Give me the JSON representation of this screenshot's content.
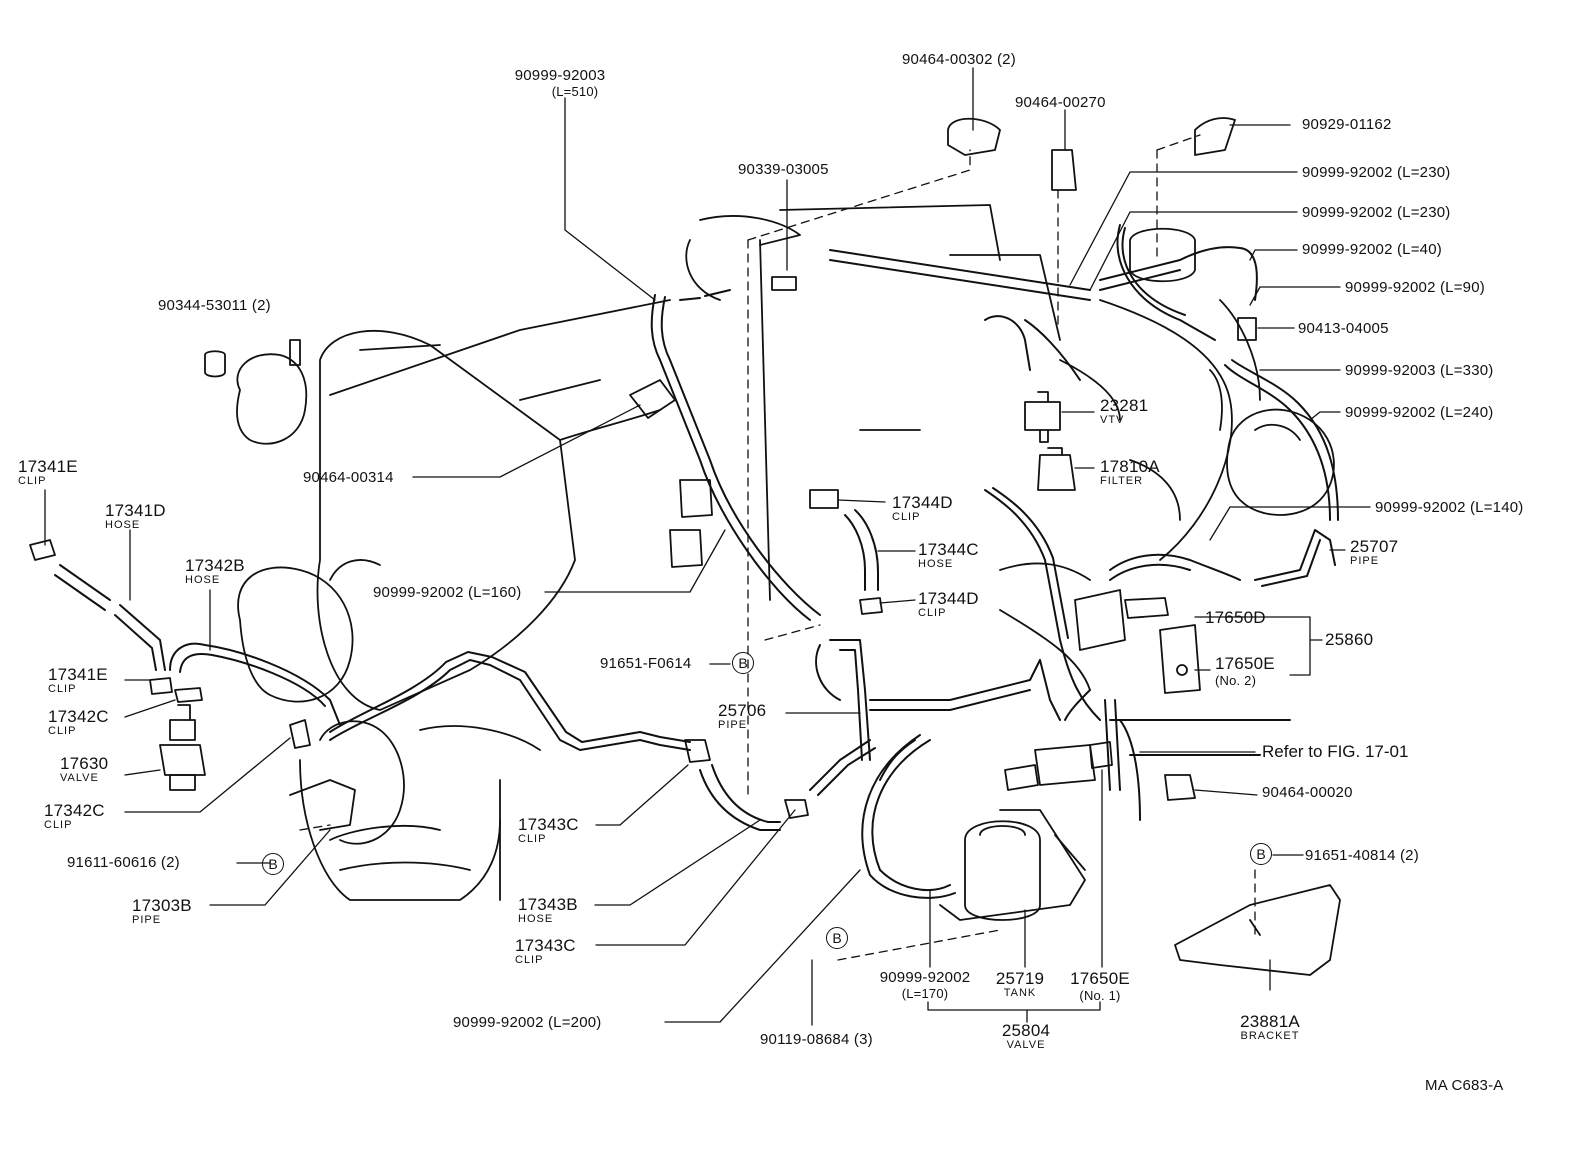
{
  "diagram": {
    "code": "MA  C683-A",
    "ref_marker": "B",
    "refer_note": "Refer to FIG. 17-01",
    "callouts": [
      {
        "id": "c1",
        "pn": "90999-92003",
        "sub": "(L=510)"
      },
      {
        "id": "c2",
        "pn": "90464-00302 (2)"
      },
      {
        "id": "c3",
        "pn": "90464-00270"
      },
      {
        "id": "c4",
        "pn": "90929-01162"
      },
      {
        "id": "c5",
        "pn": "90339-03005"
      },
      {
        "id": "c6",
        "pn": "90999-92002 (L=230)"
      },
      {
        "id": "c7",
        "pn": "90999-92002 (L=230)"
      },
      {
        "id": "c8",
        "pn": "90999-92002 (L=40)"
      },
      {
        "id": "c9",
        "pn": "90999-92002 (L=90)"
      },
      {
        "id": "c10",
        "pn": "90413-04005"
      },
      {
        "id": "c11",
        "pn": "90999-92003 (L=330)"
      },
      {
        "id": "c12",
        "pn": "90999-92002 (L=240)"
      },
      {
        "id": "c13",
        "pn": "90344-53011 (2)"
      },
      {
        "id": "c14",
        "pn": "23281",
        "sub": "VTV"
      },
      {
        "id": "c15",
        "pn": "17810A",
        "sub": "FILTER"
      },
      {
        "id": "c16",
        "pn": "90464-00314"
      },
      {
        "id": "c17",
        "pn": "17341E",
        "sub": "CLIP"
      },
      {
        "id": "c18",
        "pn": "17341D",
        "sub": "HOSE"
      },
      {
        "id": "c19",
        "pn": "17342B",
        "sub": "HOSE"
      },
      {
        "id": "c20",
        "pn": "17344D",
        "sub": "CLIP"
      },
      {
        "id": "c21",
        "pn": "17344C",
        "sub": "HOSE"
      },
      {
        "id": "c22",
        "pn": "17344D",
        "sub": "CLIP"
      },
      {
        "id": "c23",
        "pn": "90999-92002 (L=160)"
      },
      {
        "id": "c24",
        "pn": "90999-92002 (L=140)"
      },
      {
        "id": "c25",
        "pn": "25707",
        "sub": "PIPE"
      },
      {
        "id": "c26",
        "pn": "17650D"
      },
      {
        "id": "c27",
        "pn": "25860"
      },
      {
        "id": "c28",
        "pn": "17650E",
        "sub": "(No. 2)"
      },
      {
        "id": "c29",
        "pn": "91651-F0614"
      },
      {
        "id": "c30",
        "pn": "17341E",
        "sub": "CLIP"
      },
      {
        "id": "c31",
        "pn": "17342C",
        "sub": "CLIP"
      },
      {
        "id": "c32",
        "pn": "17630",
        "sub": "VALVE"
      },
      {
        "id": "c33",
        "pn": "17342C",
        "sub": "CLIP"
      },
      {
        "id": "c34",
        "pn": "25706",
        "sub": "PIPE"
      },
      {
        "id": "c35",
        "pn": "90464-00020"
      },
      {
        "id": "c36",
        "pn": "91611-60616 (2)"
      },
      {
        "id": "c37",
        "pn": "17303B",
        "sub": "PIPE"
      },
      {
        "id": "c38",
        "pn": "17343C",
        "sub": "CLIP"
      },
      {
        "id": "c39",
        "pn": "17343B",
        "sub": "HOSE"
      },
      {
        "id": "c40",
        "pn": "17343C",
        "sub": "CLIP"
      },
      {
        "id": "c41",
        "pn": "91651-40814 (2)"
      },
      {
        "id": "c42",
        "pn": "90999-92002 (L=200)"
      },
      {
        "id": "c43",
        "pn": "90119-08684 (3)"
      },
      {
        "id": "c44",
        "pn": "90999-92002",
        "sub": "(L=170)"
      },
      {
        "id": "c45",
        "pn": "25719",
        "sub": "TANK"
      },
      {
        "id": "c46",
        "pn": "17650E",
        "sub": "(No. 1)"
      },
      {
        "id": "c47",
        "pn": "25804",
        "sub": "VALVE"
      },
      {
        "id": "c48",
        "pn": "23881A",
        "sub": "BRACKET"
      }
    ]
  }
}
